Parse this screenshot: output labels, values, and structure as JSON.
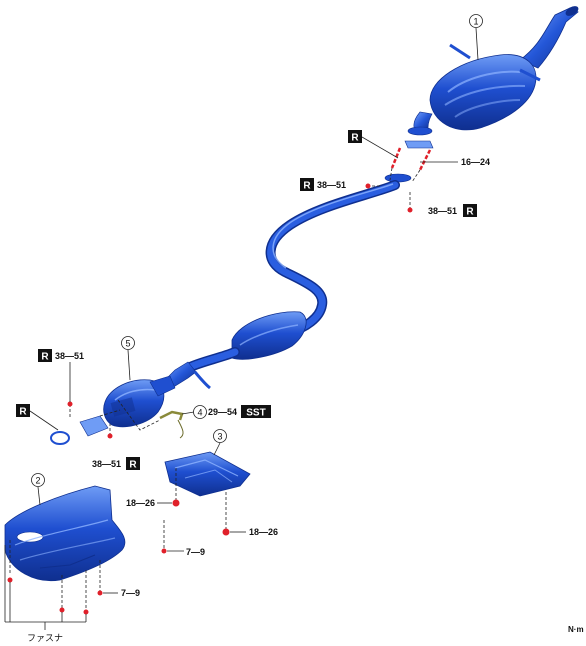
{
  "part_numbers": [
    "1",
    "2",
    "3",
    "4",
    "5"
  ],
  "torques": {
    "t_16_24": "16—24",
    "t_38_51_a": "38—51",
    "t_38_51_b": "38—51",
    "t_38_51_c": "38—51",
    "t_38_51_d": "38—51",
    "t_29_54": "29—54",
    "t_18_26_a": "18—26",
    "t_18_26_b": "18—26",
    "t_7_9_a": "7—9",
    "t_7_9_b": "7—9"
  },
  "badges": {
    "replace": "R",
    "sst": "SST"
  },
  "fastener_label": "ファスナ",
  "unit_label": "N·m",
  "colors": {
    "part_fill": "#1f4fd0",
    "part_dark": "#0f2f8f",
    "part_light": "#6f9cf5",
    "fastener": "#e0202a",
    "badge": "#111111"
  }
}
